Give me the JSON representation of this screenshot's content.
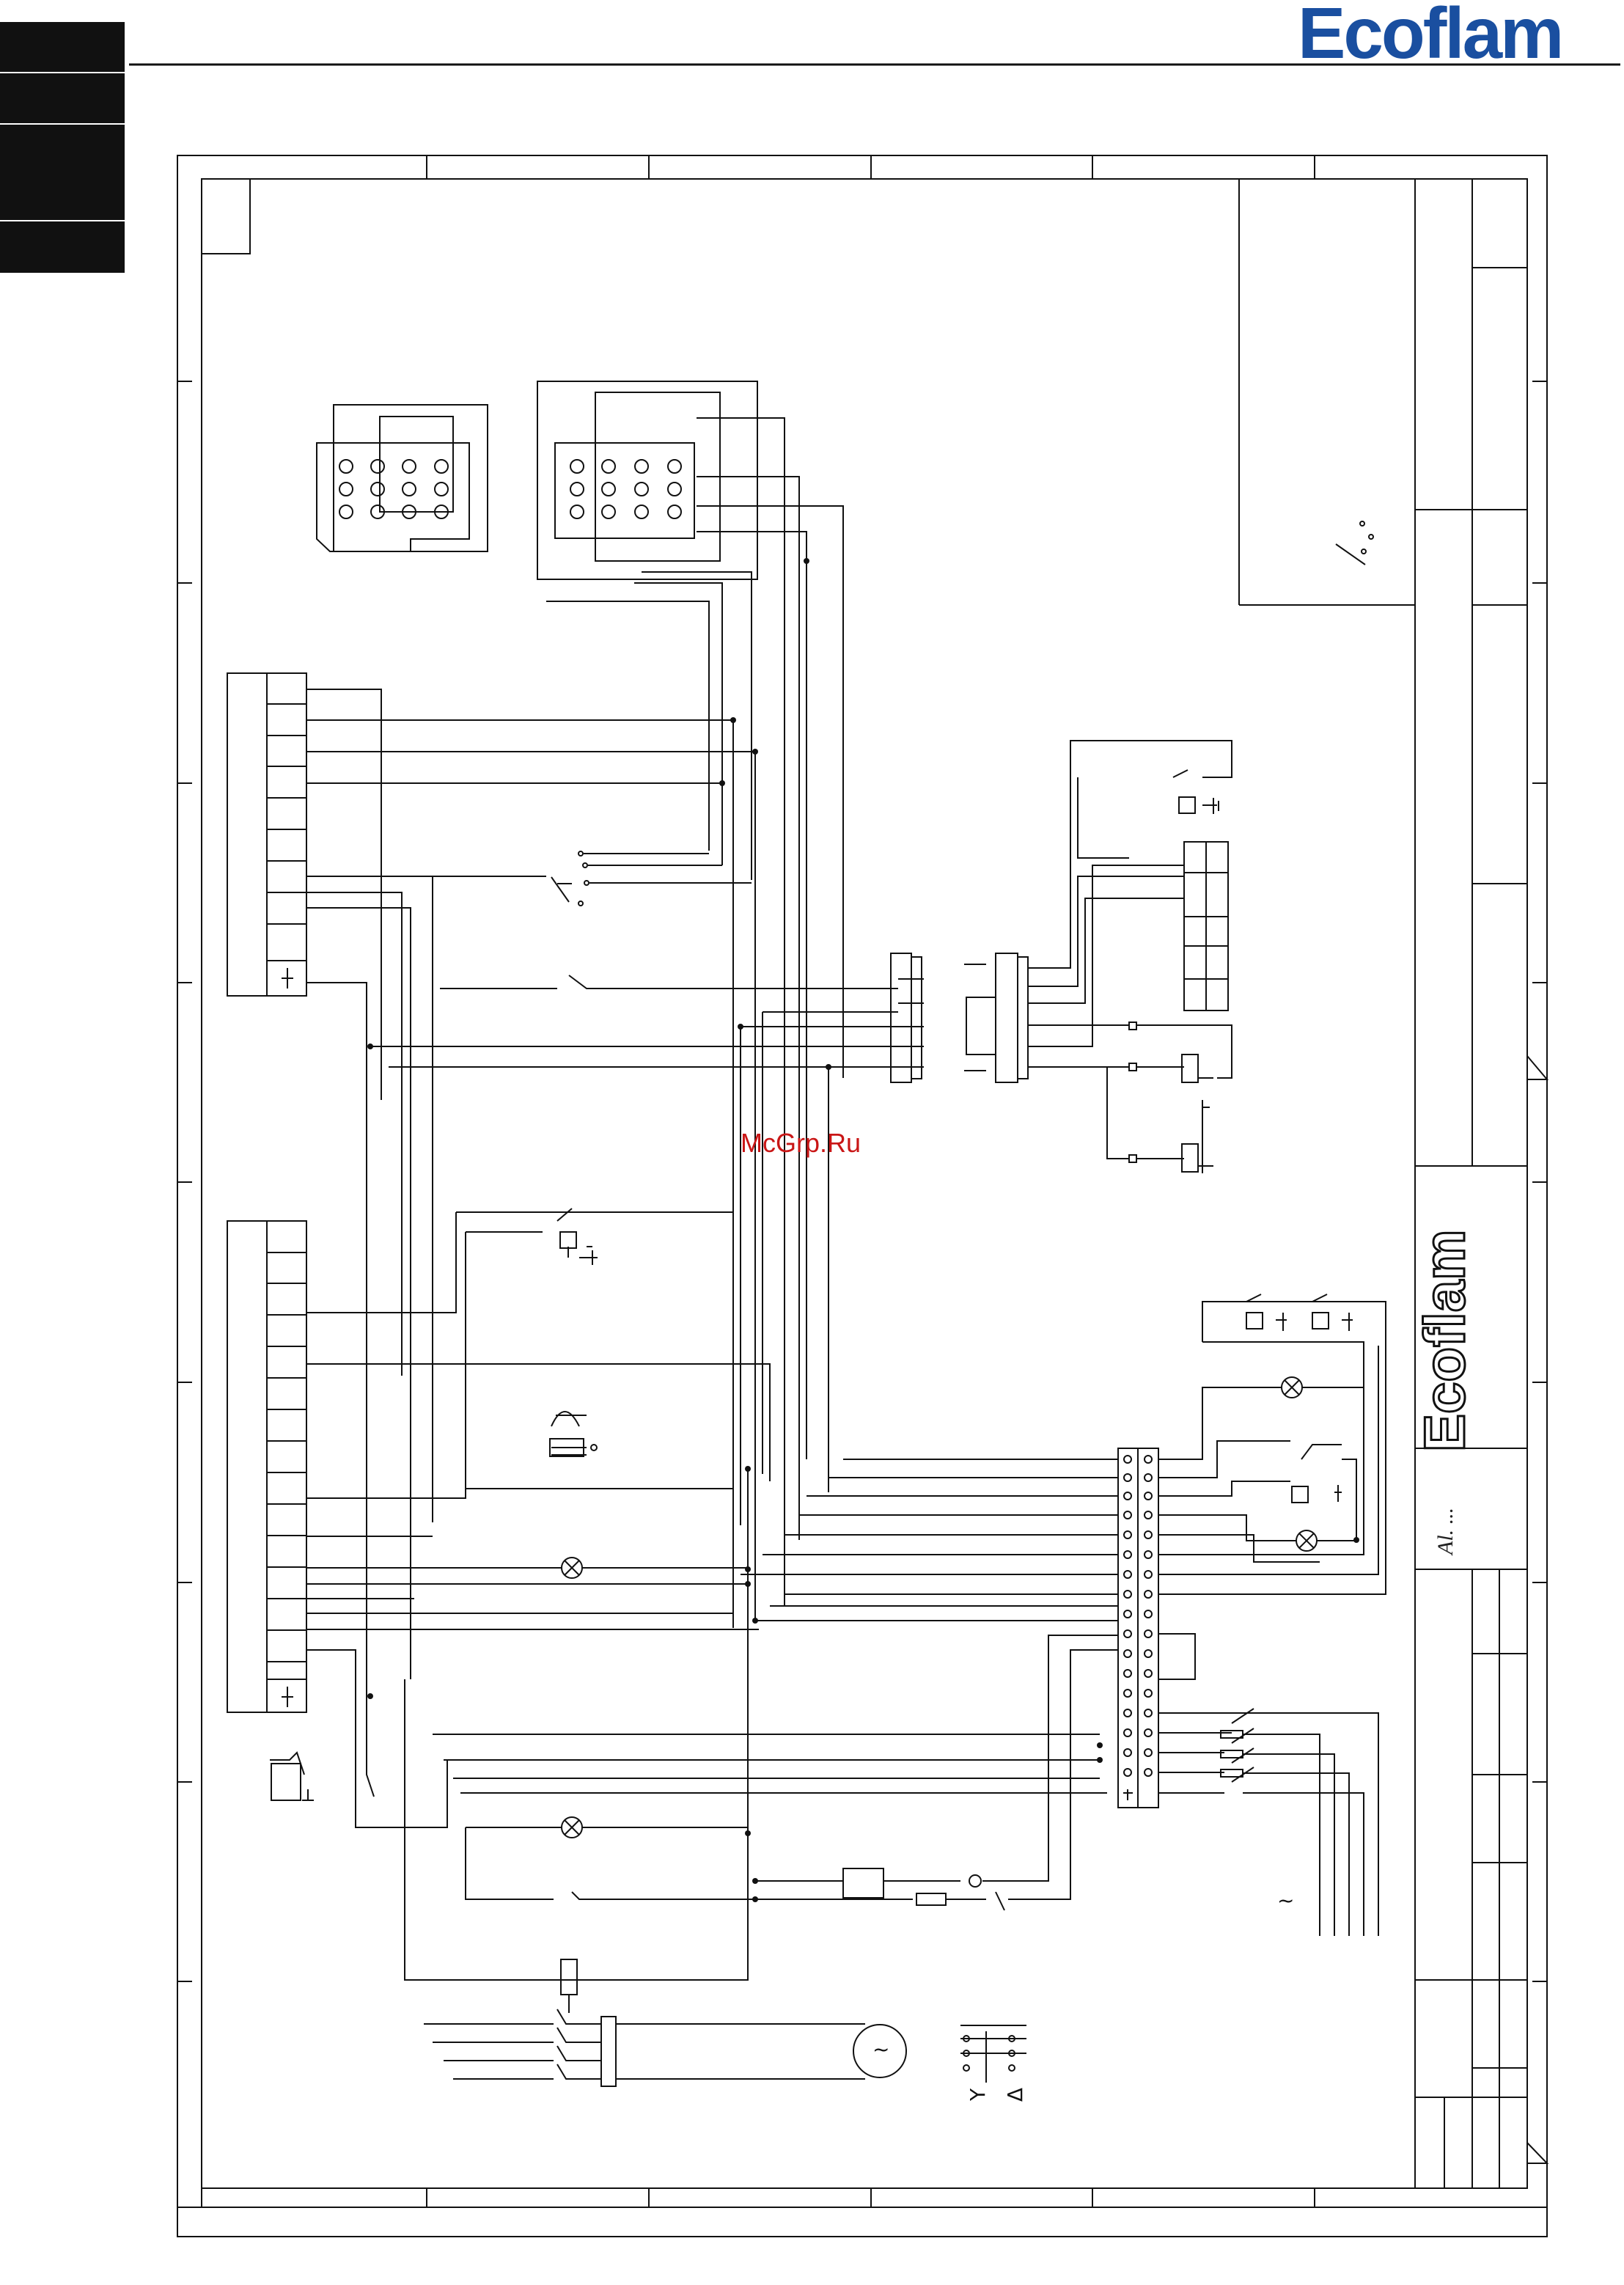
{
  "header": {
    "brand": "Ecoflam"
  },
  "watermark": "McGrp.Ru",
  "title_block": {
    "brand": "Ecoflam",
    "signature": "Al. ..."
  },
  "symbols": {
    "supply_tilde": "~",
    "motor_tilde": "~",
    "star_delta_y": "Y",
    "star_delta_delta": "Δ"
  },
  "colors": {
    "ink": "#111111",
    "brand_blue": "#1a4fa0",
    "watermark_red": "#c91616"
  }
}
